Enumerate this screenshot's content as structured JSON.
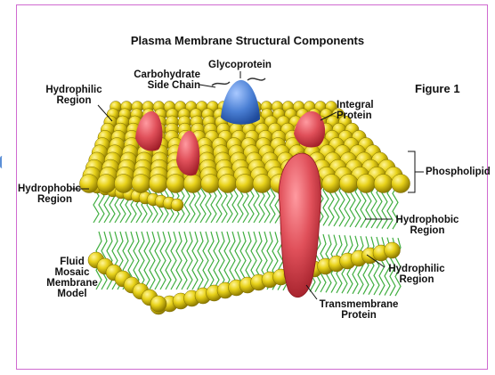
{
  "diagram": {
    "title": "Plasma Membrane Structural Components",
    "figure_label": "Figure 1",
    "labels": {
      "glycoprotein": "Glycoprotein",
      "carbohydrate_line1": "Carbohydrate",
      "carbohydrate_line2": "Side Chain",
      "hydrophilic_top_line1": "Hydrophilic",
      "hydrophilic_top_line2": "Region",
      "integral_line1": "Integral",
      "integral_line2": "Protein",
      "phospholipid": "Phospholipid",
      "hydrophobic_left_line1": "Hydrophobic",
      "hydrophobic_left_line2": "Region",
      "hydrophobic_right_line1": "Hydrophobic",
      "hydrophobic_right_line2": "Region",
      "hydrophilic_right_line1": "Hydrophilic",
      "hydrophilic_right_line2": "Region",
      "model_line1": "Fluid",
      "model_line2": "Mosaic",
      "model_line3": "Membrane",
      "model_line4": "Model",
      "transmembrane_line1": "Transmembrane",
      "transmembrane_line2": "Protein"
    },
    "colors": {
      "phospholipid_head": "#e8d21a",
      "phospholipid_head_shade": "#a89200",
      "lipid_tail": "#3fae3f",
      "integral_protein": "#e0505a",
      "glycoprotein": "#4a7fd4",
      "frame": "#d06ad0"
    }
  }
}
